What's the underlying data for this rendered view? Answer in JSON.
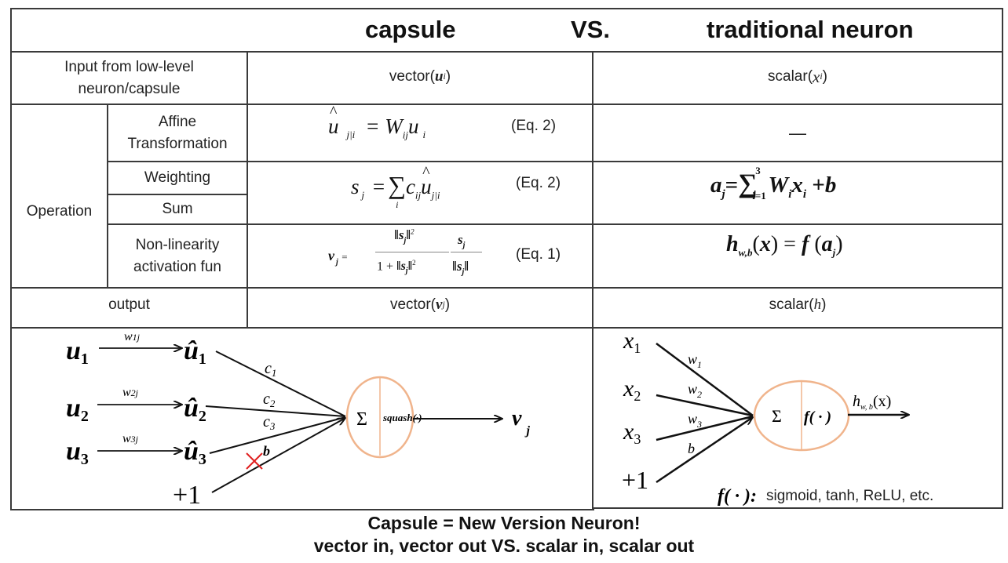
{
  "header": {
    "capsule": "capsule",
    "vs": "VS.",
    "traditional": "traditional neuron"
  },
  "rows": {
    "input": {
      "label_line1": "Input from low-level",
      "label_line2": "neuron/capsule",
      "capsule_prefix": "vector(",
      "capsule_var": "u",
      "capsule_sub": "i",
      "capsule_suffix": ")",
      "traditional_prefix": "scalar(",
      "traditional_var": "x",
      "traditional_sub": "i",
      "traditional_suffix": ")"
    },
    "operation": {
      "group_label": "Operation",
      "affine": {
        "label_line1": "Affine",
        "label_line2": "Transformation",
        "capsule_formula": "û j|i = W ij u i",
        "capsule_eq_ref": "(Eq. 2)",
        "traditional_value": "—"
      },
      "weighting": {
        "label": "Weighting",
        "capsule_formula": "s j = Σ i c ij û j|i",
        "capsule_eq_ref": "(Eq. 2)",
        "traditional_formula": "a j = Σ i=1..3 W i x i + b"
      },
      "sum": {
        "label": "Sum"
      },
      "nonlinearity": {
        "label_line1": "Non-linearity",
        "label_line2": "activation fun",
        "capsule_formula": "v j = ||s j||² / (1 + ||s j||²) · s j / ||s j||",
        "capsule_eq_ref": "(Eq. 1)",
        "traditional_formula": "h w,b (x) = f(a j)"
      }
    },
    "output": {
      "label": "output",
      "capsule_prefix": "vector(",
      "capsule_var": "v",
      "capsule_sub": "j",
      "capsule_suffix": ")",
      "traditional_prefix": "scalar(",
      "traditional_var": "h",
      "traditional_suffix": ")"
    }
  },
  "capsule_diagram": {
    "inputs": [
      {
        "name": "u",
        "index": "1",
        "weight": "w",
        "weight_sub": "1j",
        "pred": "û",
        "coef": "c",
        "coef_sub": "1"
      },
      {
        "name": "u",
        "index": "2",
        "weight": "w",
        "weight_sub": "2j",
        "pred": "û",
        "coef": "c",
        "coef_sub": "2"
      },
      {
        "name": "u",
        "index": "3",
        "weight": "w",
        "weight_sub": "3j",
        "pred": "û",
        "coef": "c",
        "coef_sub": "3"
      }
    ],
    "bias_input": "+1",
    "bias_label": "b",
    "bias_crossed": true,
    "node_sum": "Σ",
    "node_fn": "squash(·)",
    "output": "v",
    "output_sub": "j"
  },
  "neuron_diagram": {
    "inputs": [
      {
        "name": "x",
        "index": "1",
        "weight": "w",
        "weight_sub": "1"
      },
      {
        "name": "x",
        "index": "2",
        "weight": "w",
        "weight_sub": "2"
      },
      {
        "name": "x",
        "index": "3",
        "weight": "w",
        "weight_sub": "3"
      }
    ],
    "bias_input": "+1",
    "bias_label": "b",
    "node_sum": "Σ",
    "node_fn": "f( · )",
    "output": "h",
    "output_sub": "w, b",
    "output_arg": "(x)",
    "fn_note_label": "f( · ):",
    "fn_note_text": " sigmoid, tanh, ReLU, etc."
  },
  "footer": {
    "line1": "Capsule = New Version Neuron!",
    "line2": "vector in, vector out  VS.  scalar in, scalar out"
  },
  "colors": {
    "node_outline": "#f0b48c",
    "cross_mark": "#e02020",
    "grid": "#3a3a3a"
  }
}
